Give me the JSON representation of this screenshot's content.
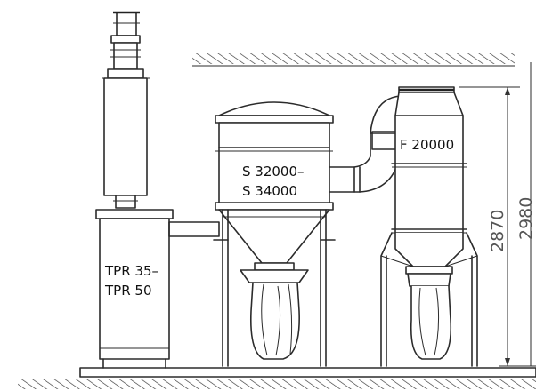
{
  "labels": {
    "tpr": [
      "TPR 35–",
      "TPR 50"
    ],
    "s": [
      "S 32000–",
      "S 34000"
    ],
    "f": "F 20000"
  },
  "dimensions": {
    "height_a": "2870",
    "height_b": "2980"
  }
}
